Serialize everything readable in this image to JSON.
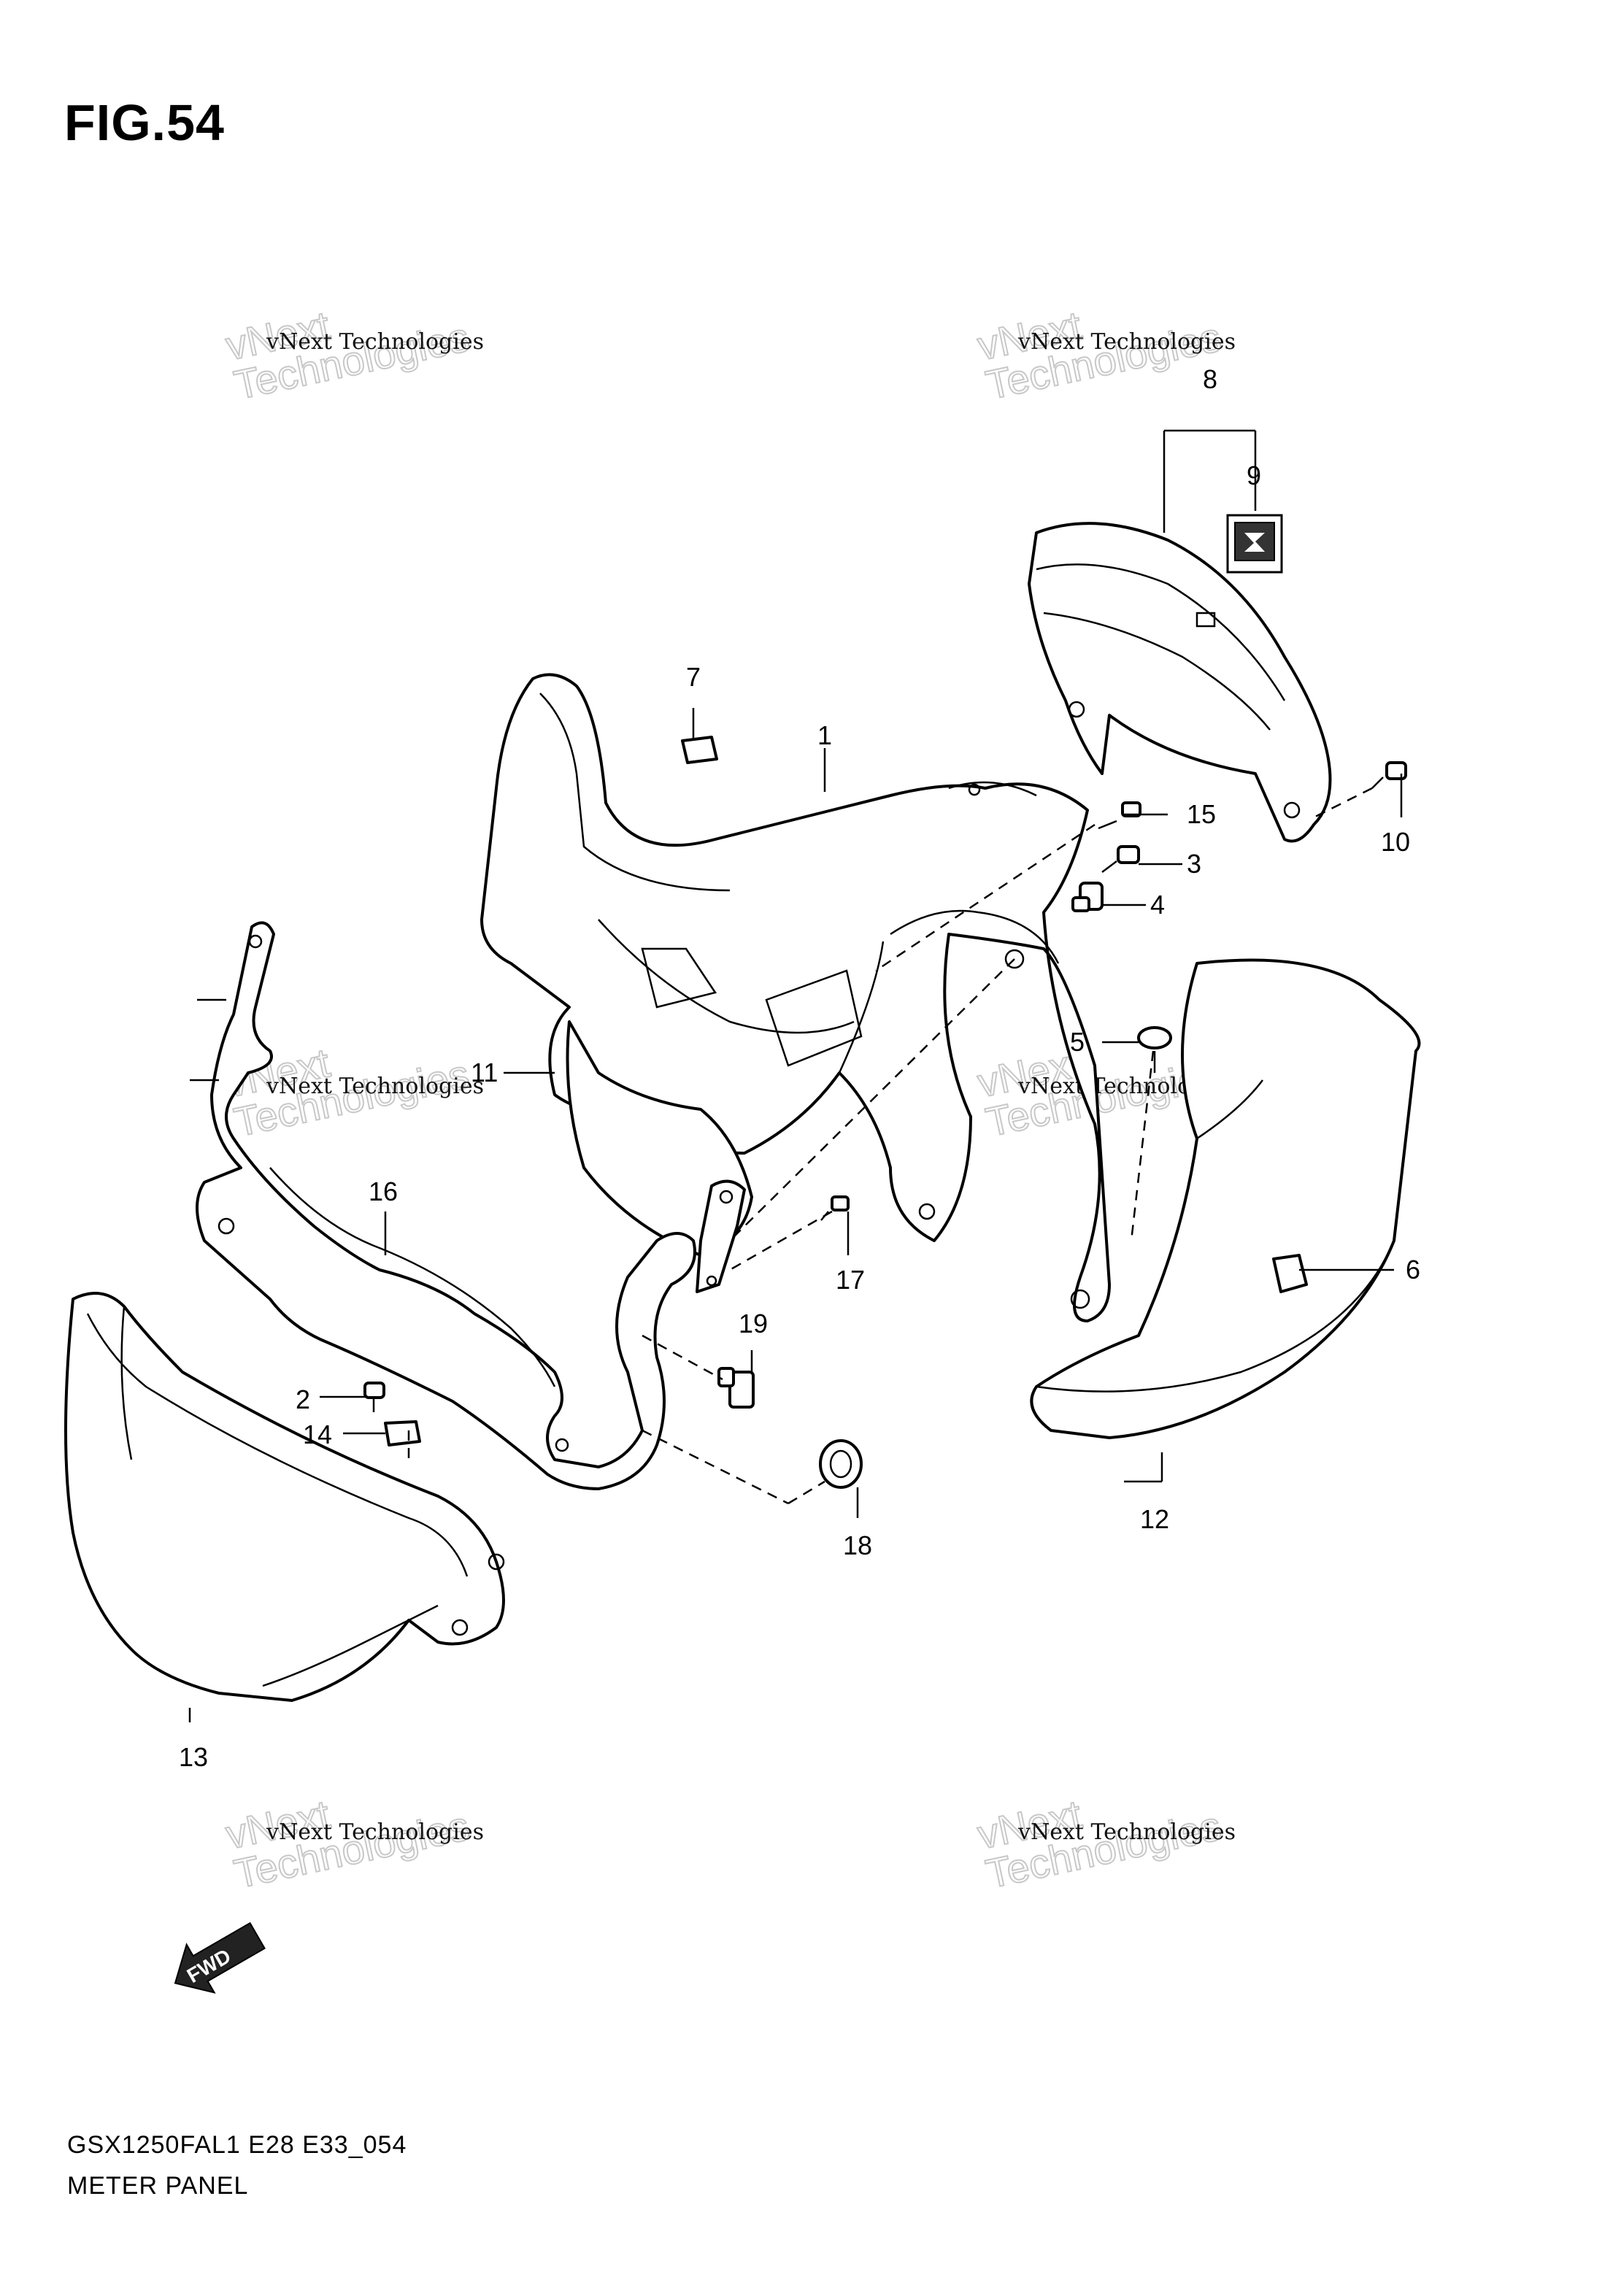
{
  "figure": {
    "title": "FIG.54",
    "model_code": "GSX1250FAL1 E28 E33_054",
    "section_name": "METER PANEL"
  },
  "watermark": {
    "line1": "vNext Technologies",
    "line2": "vNext",
    "line3": "Technologies"
  },
  "fwd_label": "FWD",
  "callouts": {
    "c1": "1",
    "c2": "2",
    "c3": "3",
    "c4": "4",
    "c5": "5",
    "c6": "6",
    "c7": "7",
    "c8": "8",
    "c9": "9",
    "c10": "10",
    "c11": "11",
    "c12": "12",
    "c13": "13",
    "c14": "14",
    "c15": "15",
    "c16": "16",
    "c17": "17",
    "c18": "18",
    "c19": "19"
  }
}
